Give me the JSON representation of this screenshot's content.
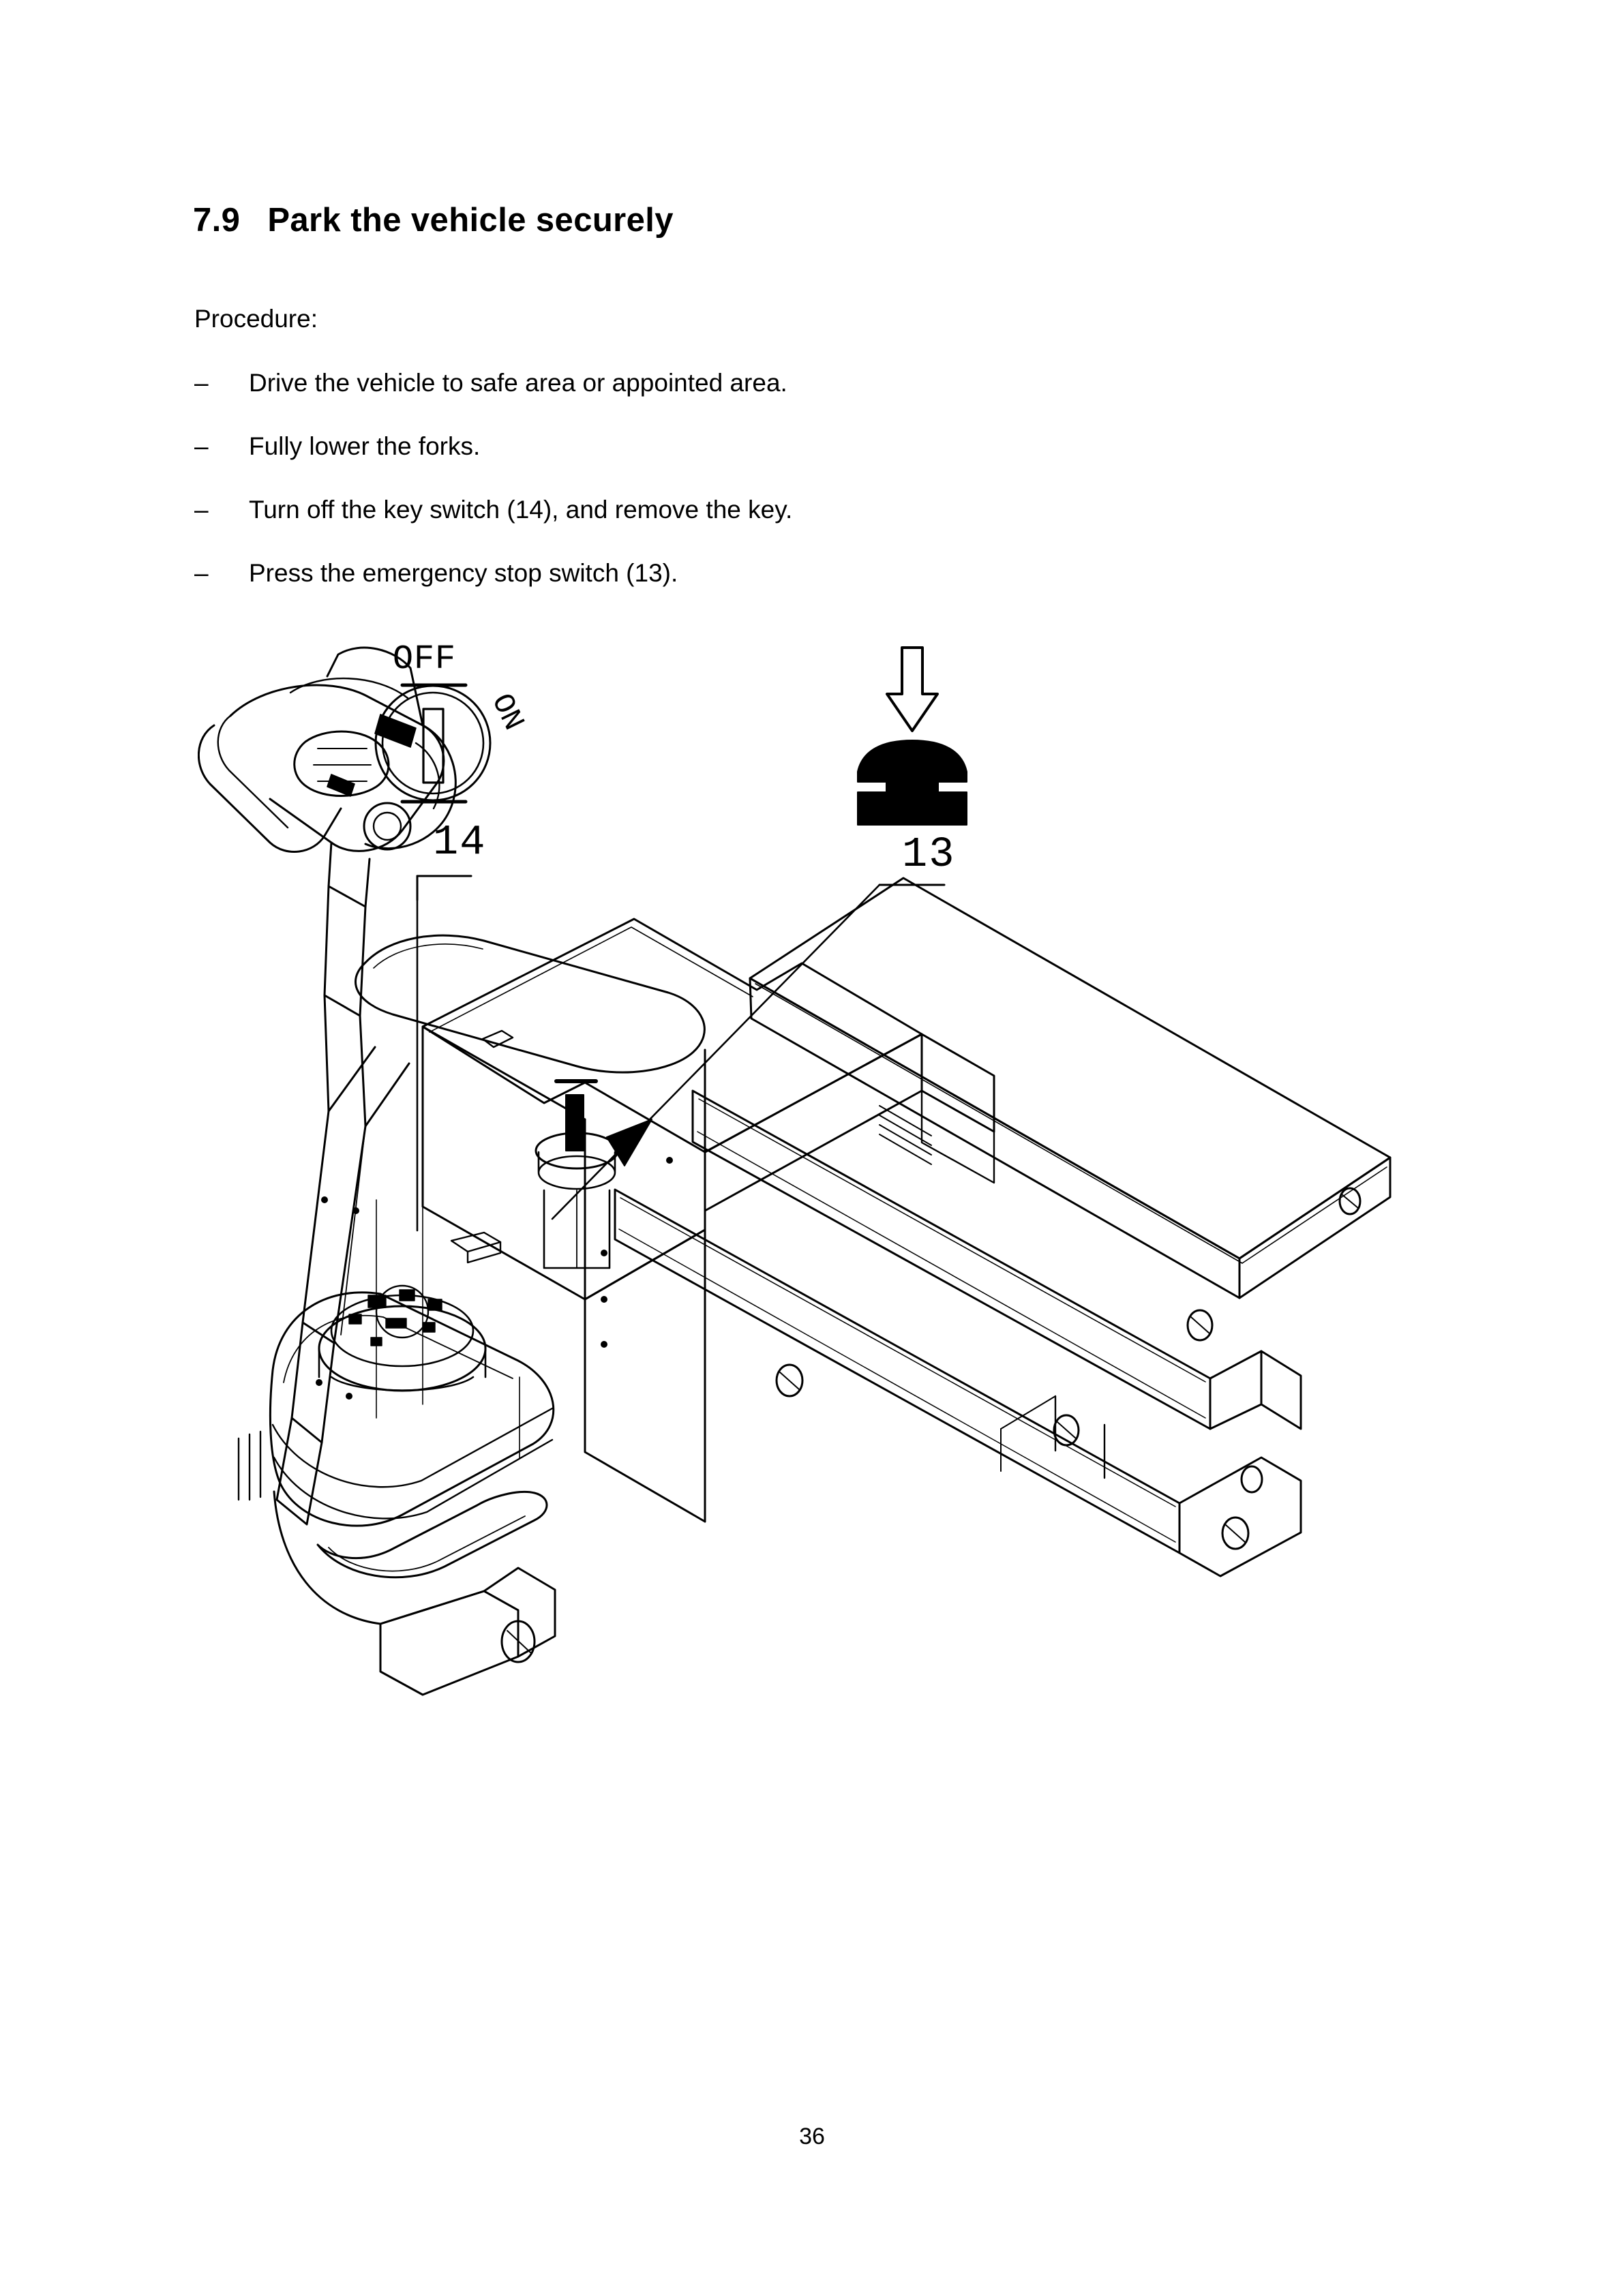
{
  "document": {
    "heading_number": "7.9",
    "heading_title": "Park the vehicle securely",
    "procedure_label": "Procedure:",
    "bullet_marker": "–",
    "steps": [
      {
        "text": "Drive the  vehicle  to safe area or appointed area."
      },
      {
        "text": "Fully lower the forks."
      },
      {
        "text": "Turn off the key switch  (14), and remove the key."
      },
      {
        "text": "Press the emergency  stop  switch  (13)."
      }
    ],
    "page_number": "36"
  },
  "figure": {
    "caption_absent": "",
    "key_switch": {
      "off_label": "OFF",
      "on_label": "ON",
      "callout": "14",
      "name": "key-switch"
    },
    "emergency_stop": {
      "callout": "13",
      "name": "emergency-stop-switch",
      "arrow": "down-arrow"
    },
    "vehicle": {
      "name": "electric-pallet-truck",
      "parts": [
        "tiller-head",
        "tiller-arm",
        "control-panel",
        "body-hood",
        "bumper",
        "fork-platform",
        "chassis-rail",
        "load-rollers",
        "drive-wheel"
      ]
    }
  },
  "colors": {
    "ink": "#000000",
    "paper": "#ffffff"
  }
}
